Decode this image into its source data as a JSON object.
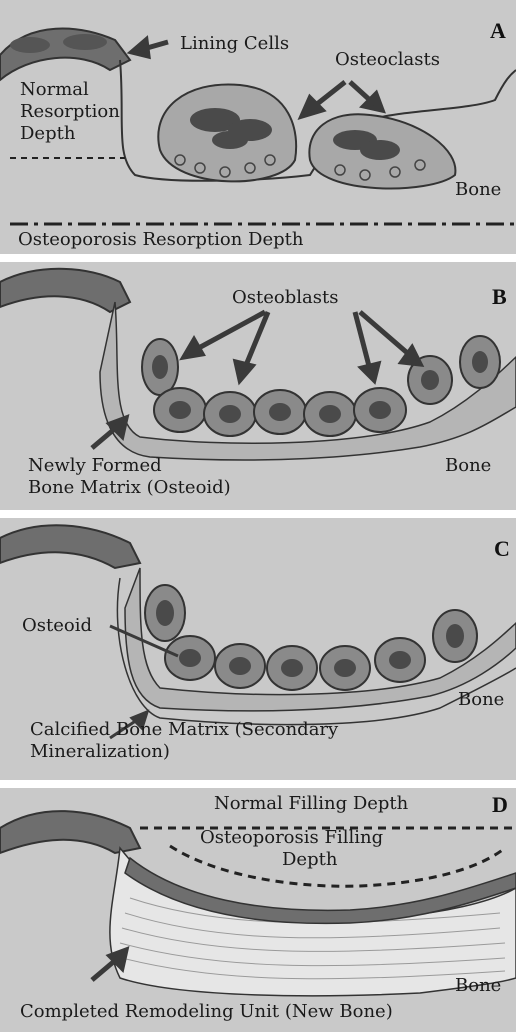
{
  "panels": [
    {
      "letter": "A",
      "labels": {
        "lining_cells": "Lining Cells",
        "osteoclasts": "Osteoclasts",
        "normal_resorption": "Normal",
        "normal_resorption_2": "Resorption",
        "normal_resorption_3": "Depth",
        "bone": "Bone",
        "osteoporosis_resorption": "Osteoporosis Resorption Depth"
      }
    },
    {
      "letter": "B",
      "labels": {
        "osteoblasts": "Osteoblasts",
        "newly_formed_1": "Newly Formed",
        "newly_formed_2": "Bone Matrix (Osteoid)",
        "bone": "Bone"
      }
    },
    {
      "letter": "C",
      "labels": {
        "osteoid": "Osteoid",
        "calcified_1": "Calcified Bone Matrix (Secondary",
        "calcified_2": "Mineralization)",
        "bone": "Bone"
      }
    },
    {
      "letter": "D",
      "labels": {
        "normal_filling": "Normal Filling Depth",
        "osteoporosis_filling_1": "Osteoporosis Filling",
        "osteoporosis_filling_2": "Depth",
        "completed_unit": "Completed Remodeling Unit (New Bone)",
        "bone": "Bone"
      }
    }
  ],
  "colors": {
    "background": "#c9c9c9",
    "lining_cell": "#6e6e6e",
    "cell_body": "#8a8a8a",
    "nucleus": "#4a4a4a",
    "osteoid": "#b5b5b5",
    "new_bone": "#e6e6e6",
    "arrow": "#3a3a3a"
  }
}
